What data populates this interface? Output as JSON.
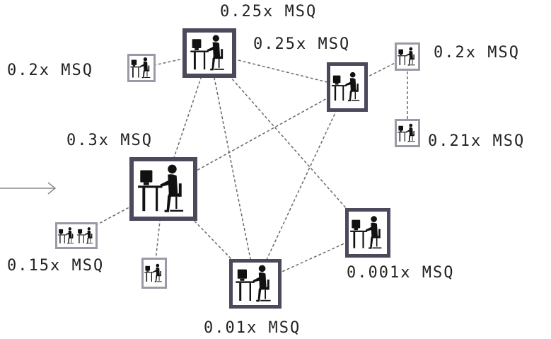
{
  "colors": {
    "frame": "#4a4a5c",
    "frame_small": "#9a9aa6",
    "figure": "#111111",
    "link": "#6a6a6a",
    "arrow": "#8a8a8a",
    "text": "#222222"
  },
  "icons": {
    "workstation": "person-at-computer-icon",
    "arrow": "arrow-right-icon"
  },
  "nodes": [
    {
      "id": "top-center",
      "label": "0.25x MSQ",
      "frame": "large"
    },
    {
      "id": "top-right",
      "label": "0.25x MSQ",
      "frame": "medium"
    },
    {
      "id": "top-left-small",
      "label": "0.2x MSQ",
      "frame": "small"
    },
    {
      "id": "far-right-top",
      "label": "0.2x MSQ",
      "frame": "small"
    },
    {
      "id": "far-right-bottom",
      "label": "0.21x MSQ",
      "frame": "small"
    },
    {
      "id": "center-left",
      "label": "0.3x MSQ",
      "frame": "large"
    },
    {
      "id": "bottom-left-small",
      "label": "0.15x MSQ",
      "frame": "small"
    },
    {
      "id": "bottom-center-small",
      "label": "",
      "frame": "small"
    },
    {
      "id": "bottom-center",
      "label": "0.01x MSQ",
      "frame": "medium"
    },
    {
      "id": "bottom-right",
      "label": "0.001x MSQ",
      "frame": "medium"
    }
  ]
}
